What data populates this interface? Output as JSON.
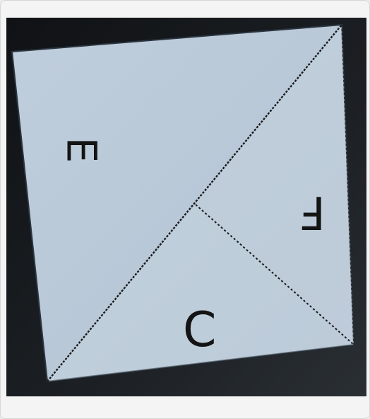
{
  "photo": {
    "description_colors": {
      "paper": "#b9c8d6",
      "paper_shade": "#a7b8c9",
      "background": "#16191c",
      "fold_line": "#1a1a1a"
    },
    "labels": {
      "left_triangle": "E",
      "right_triangle": "F",
      "bottom_triangle": "C"
    }
  }
}
